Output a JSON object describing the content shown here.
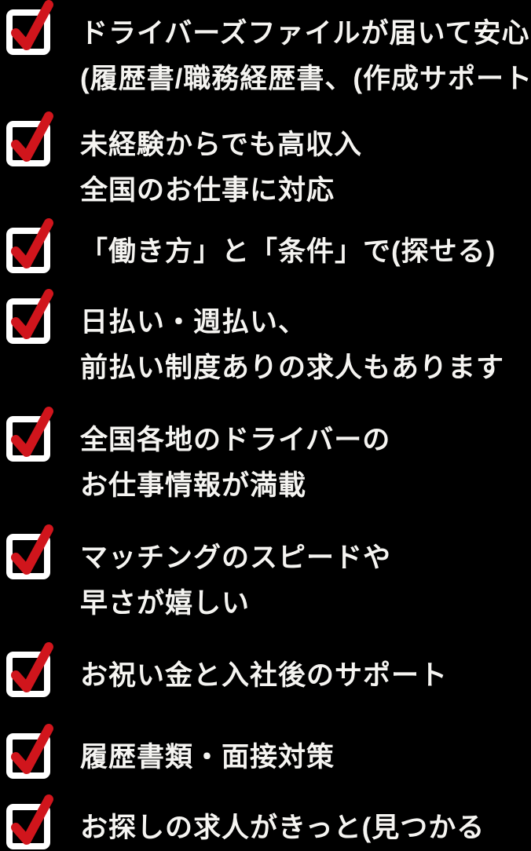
{
  "page": {
    "background": "#000000",
    "description_label": "checklist graphic"
  },
  "colors": {
    "background": "#000000",
    "checkbox_border": "#ffffff",
    "checkmark_red": "#d0151c",
    "text_white": "#f5f4f1"
  },
  "checklist": {
    "items": [
      {
        "checked": true,
        "lines": [
          "ドライバーズファイルが届いて安心",
          "(履歴書/職務経歴書、(作成サポートも))"
        ]
      },
      {
        "checked": true,
        "lines": [
          "未経験からでも高収入",
          "全国のお仕事に対応"
        ]
      },
      {
        "checked": true,
        "lines": [
          "「働き方」と「条件」で(探せる)"
        ]
      },
      {
        "checked": true,
        "lines": [
          "日払い・週払い、",
          "前払い制度ありの求人もあります"
        ]
      },
      {
        "checked": true,
        "lines": [
          "全国各地のドライバーの",
          "お仕事情報が満載"
        ]
      },
      {
        "checked": true,
        "lines": [
          "マッチングのスピードや",
          "早さが嬉しい"
        ]
      },
      {
        "checked": true,
        "lines": [
          "お祝い金と入社後のサポート"
        ]
      },
      {
        "checked": true,
        "lines": [
          "履歴書類・面接対策"
        ]
      },
      {
        "checked": true,
        "lines": [
          "お探しの求人がきっと(見つかる"
        ]
      }
    ]
  }
}
